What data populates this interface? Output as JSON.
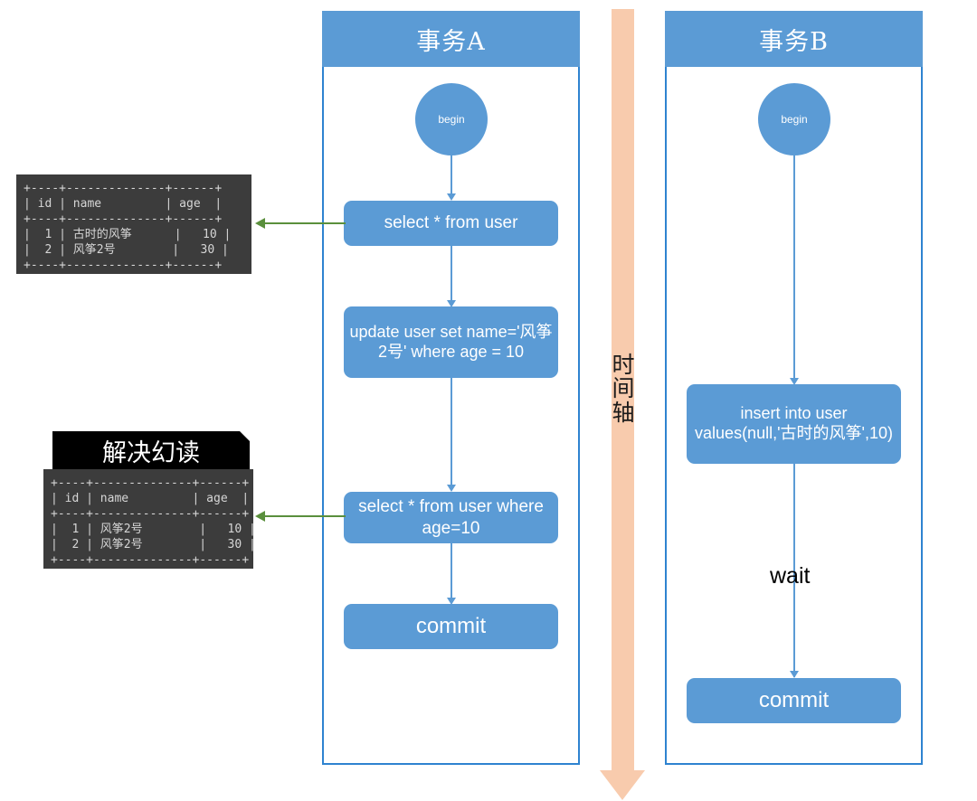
{
  "diagram": {
    "title_a": "事务A",
    "title_b": "事务B",
    "timeline_label": "时间轴",
    "wait_label": "wait"
  },
  "transaction_a": {
    "header": "事务A",
    "begin": "begin",
    "steps": [
      {
        "id": "select-all",
        "text": "select * from user"
      },
      {
        "id": "update-user",
        "text": "update user set name='风筝2号' where age = 10"
      },
      {
        "id": "select-where",
        "text": "select * from user where age=10"
      },
      {
        "id": "commit",
        "text": "commit"
      }
    ]
  },
  "transaction_b": {
    "header": "事务B",
    "begin": "begin",
    "steps": [
      {
        "id": "insert-user",
        "text": "insert into user values(null,'古时的风筝',10)"
      },
      {
        "id": "commit",
        "text": "commit"
      }
    ]
  },
  "result_table_1": {
    "caption": null,
    "columns": [
      "id",
      "name",
      "age"
    ],
    "rows": [
      [
        "1",
        "古时的风筝",
        "10"
      ],
      [
        "2",
        "风筝2号",
        "30"
      ]
    ],
    "lines": [
      "+----+--------------+------+",
      "| id | name         | age  |",
      "+----+--------------+------+",
      "|  1 | 古时的风筝      |   10 |",
      "|  2 | 风筝2号        |   30 |",
      "+----+--------------+------+"
    ]
  },
  "result_table_2": {
    "caption": "解决幻读",
    "columns": [
      "id",
      "name",
      "age"
    ],
    "rows": [
      [
        "1",
        "风筝2号",
        "10"
      ],
      [
        "2",
        "风筝2号",
        "30"
      ]
    ],
    "lines": [
      "+----+--------------+------+",
      "| id | name         | age  |",
      "+----+--------------+------+",
      "|  1 | 风筝2号        |   10 |",
      "|  2 | 风筝2号        |   30 |",
      "+----+--------------+------+"
    ]
  },
  "colors": {
    "box_blue": "#5B9BD5",
    "lane_border": "#2E83D0",
    "timeline_peach": "#F8CBAD",
    "callout_green": "#5A8F3C",
    "console_bg": "#3C3C3C",
    "banner_bg": "#000000"
  }
}
